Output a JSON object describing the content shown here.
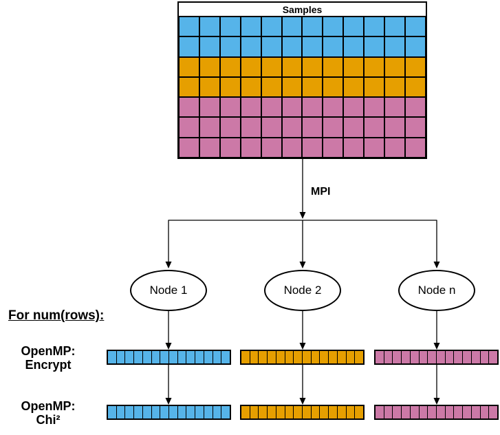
{
  "colors": {
    "blue": "#56B4E9",
    "orange": "#E69F00",
    "pink": "#CC79A7",
    "line": "#000000"
  },
  "sample_table": {
    "header": "Samples",
    "columns": 12,
    "row_colors": [
      "blue",
      "blue",
      "orange",
      "orange",
      "pink",
      "pink",
      "pink"
    ]
  },
  "mpi_label": "MPI",
  "nodes": [
    {
      "label": "Node 1"
    },
    {
      "label": "Node 2"
    },
    {
      "label": "Node n"
    }
  ],
  "left_labels": {
    "for_rows": "For num(rows):",
    "encrypt_line1": "OpenMP:",
    "encrypt_line2": "Encrypt",
    "chi_line1": "OpenMP:",
    "chi_line2": "Chi²"
  },
  "strips": {
    "cells_per_strip": 14,
    "rows": [
      {
        "stage": "encrypt",
        "colors": [
          "blue",
          "orange",
          "pink"
        ]
      },
      {
        "stage": "chi",
        "colors": [
          "blue",
          "orange",
          "pink"
        ]
      }
    ]
  }
}
